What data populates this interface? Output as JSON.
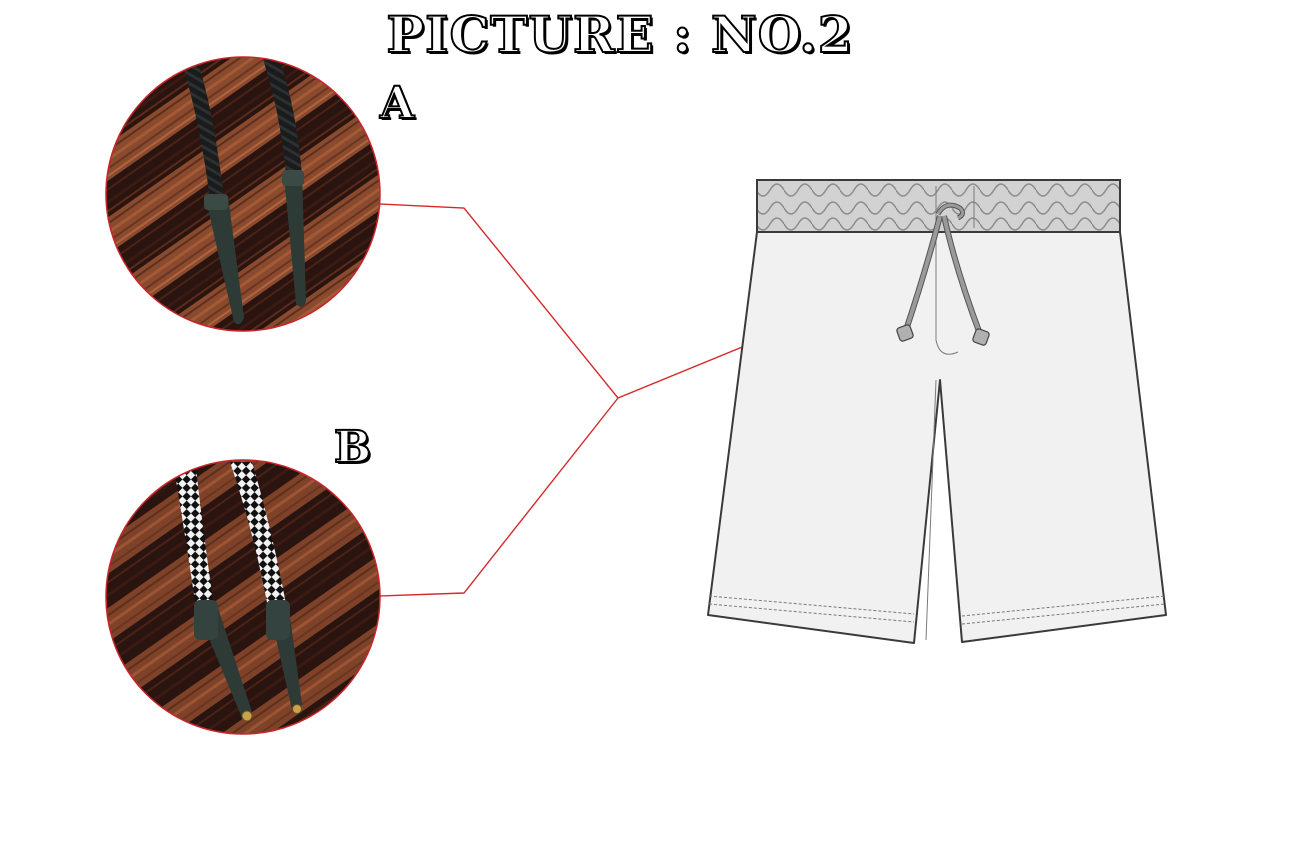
{
  "title": "PICTURE : NO.2",
  "options": [
    {
      "label": "A",
      "cord_style": "solid black braided drawcord",
      "tip": "black tube tip"
    },
    {
      "label": "B",
      "cord_style": "black and white patterned drawcord",
      "tip": "black tube tip with metal end"
    }
  ],
  "colors": {
    "leader_line": "#d42a2a",
    "circle_border": "#c8252b",
    "wood_dark": "#2a1410",
    "wood_light": "#8a4a2e",
    "cord_a": "#1a1c1c",
    "cord_b_light": "#f2f2f2",
    "cord_b_dark": "#111111",
    "tip": "#2e3a36",
    "shorts_fill": "#f1f1f1",
    "shorts_outline": "#3a3a3a",
    "waistband": "#c8c8c8",
    "drawstring": "#9a9a9a"
  },
  "icons": [
    "detail-circle-a",
    "detail-circle-b",
    "shorts-illustration"
  ]
}
